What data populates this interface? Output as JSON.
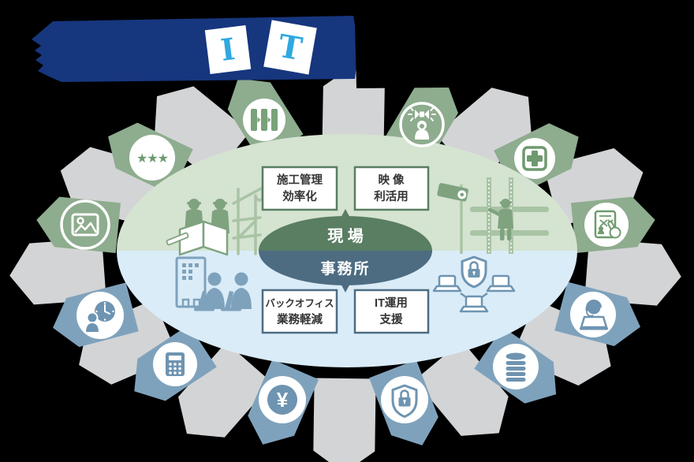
{
  "title": {
    "it_letters": [
      "I",
      "T"
    ]
  },
  "hub": {
    "site_label": "現 場",
    "office_label": "事務所"
  },
  "callouts": [
    {
      "id": "construction-management",
      "zone": "site",
      "line1": "施工管理",
      "line2": "効率化"
    },
    {
      "id": "video-utilization",
      "zone": "site",
      "line1": "映 像",
      "line2": "利活用"
    },
    {
      "id": "backoffice-reduction",
      "zone": "office",
      "line1": "バックオフィス",
      "line2": "業務軽減"
    },
    {
      "id": "it-operation-support",
      "zone": "office",
      "line1": "IT運用",
      "line2": "支援"
    }
  ],
  "icon_glyphs": {
    "stars": "★★★",
    "yen": "¥"
  },
  "icons": [
    "three-stars-icon",
    "process-gates-icon",
    "siren-worker-icon",
    "first-aid-icon",
    "photo-icon",
    "tablet-sign-icon",
    "clock-person-icon",
    "calculator-icon",
    "yen-coin-icon",
    "shield-lock-icon",
    "database-icon",
    "headset-support-icon"
  ],
  "colors": {
    "background": "#000000",
    "title_navy": "#16367E",
    "it_letter_blue": "#2FA8E0",
    "petal_green": "#8EAC8E",
    "petal_gray": "#D3D4D6",
    "petal_blue": "#7FA2BC",
    "ellipse_green": "#D5E3D1",
    "ellipse_blue": "#DAECF8",
    "hub_green": "#597E62",
    "hub_slate": "#4D6C82",
    "icon_green": "#6F9A6F",
    "icon_blue": "#6E94B1",
    "scene_green": "#7FA37F",
    "scene_green_light": "#A9C4A5",
    "scene_blue": "#7FA2BC"
  }
}
